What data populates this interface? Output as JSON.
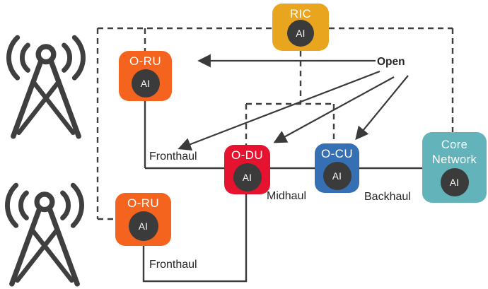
{
  "diagram": {
    "nodes": {
      "ric": {
        "label": "RIC",
        "badge": "AI",
        "color": "#E9A51D"
      },
      "oru_top": {
        "label": "O-RU",
        "badge": "AI",
        "color": "#F4641F"
      },
      "oru_bottom": {
        "label": "O-RU",
        "badge": "AI",
        "color": "#F4641F"
      },
      "odu": {
        "label": "O-DU",
        "badge": "AI",
        "color": "#E5132F"
      },
      "ocu": {
        "label": "O-CU",
        "badge": "AI",
        "color": "#3570B4"
      },
      "core": {
        "label": "Core Network",
        "badge": "AI",
        "color": "#62B3BA"
      }
    },
    "labels": {
      "open": "Open",
      "fronthaul_top": "Fronthaul",
      "midhaul": "Midhaul",
      "backhaul": "Backhaul",
      "fronthaul_bottom": "Fronthaul"
    },
    "icons": {
      "tower_top": "radio-tower-icon",
      "tower_bottom": "radio-tower-icon"
    },
    "colors": {
      "ai_badge": "#3B3B3B",
      "line": "#3A3A3A",
      "text": "#262626"
    }
  }
}
